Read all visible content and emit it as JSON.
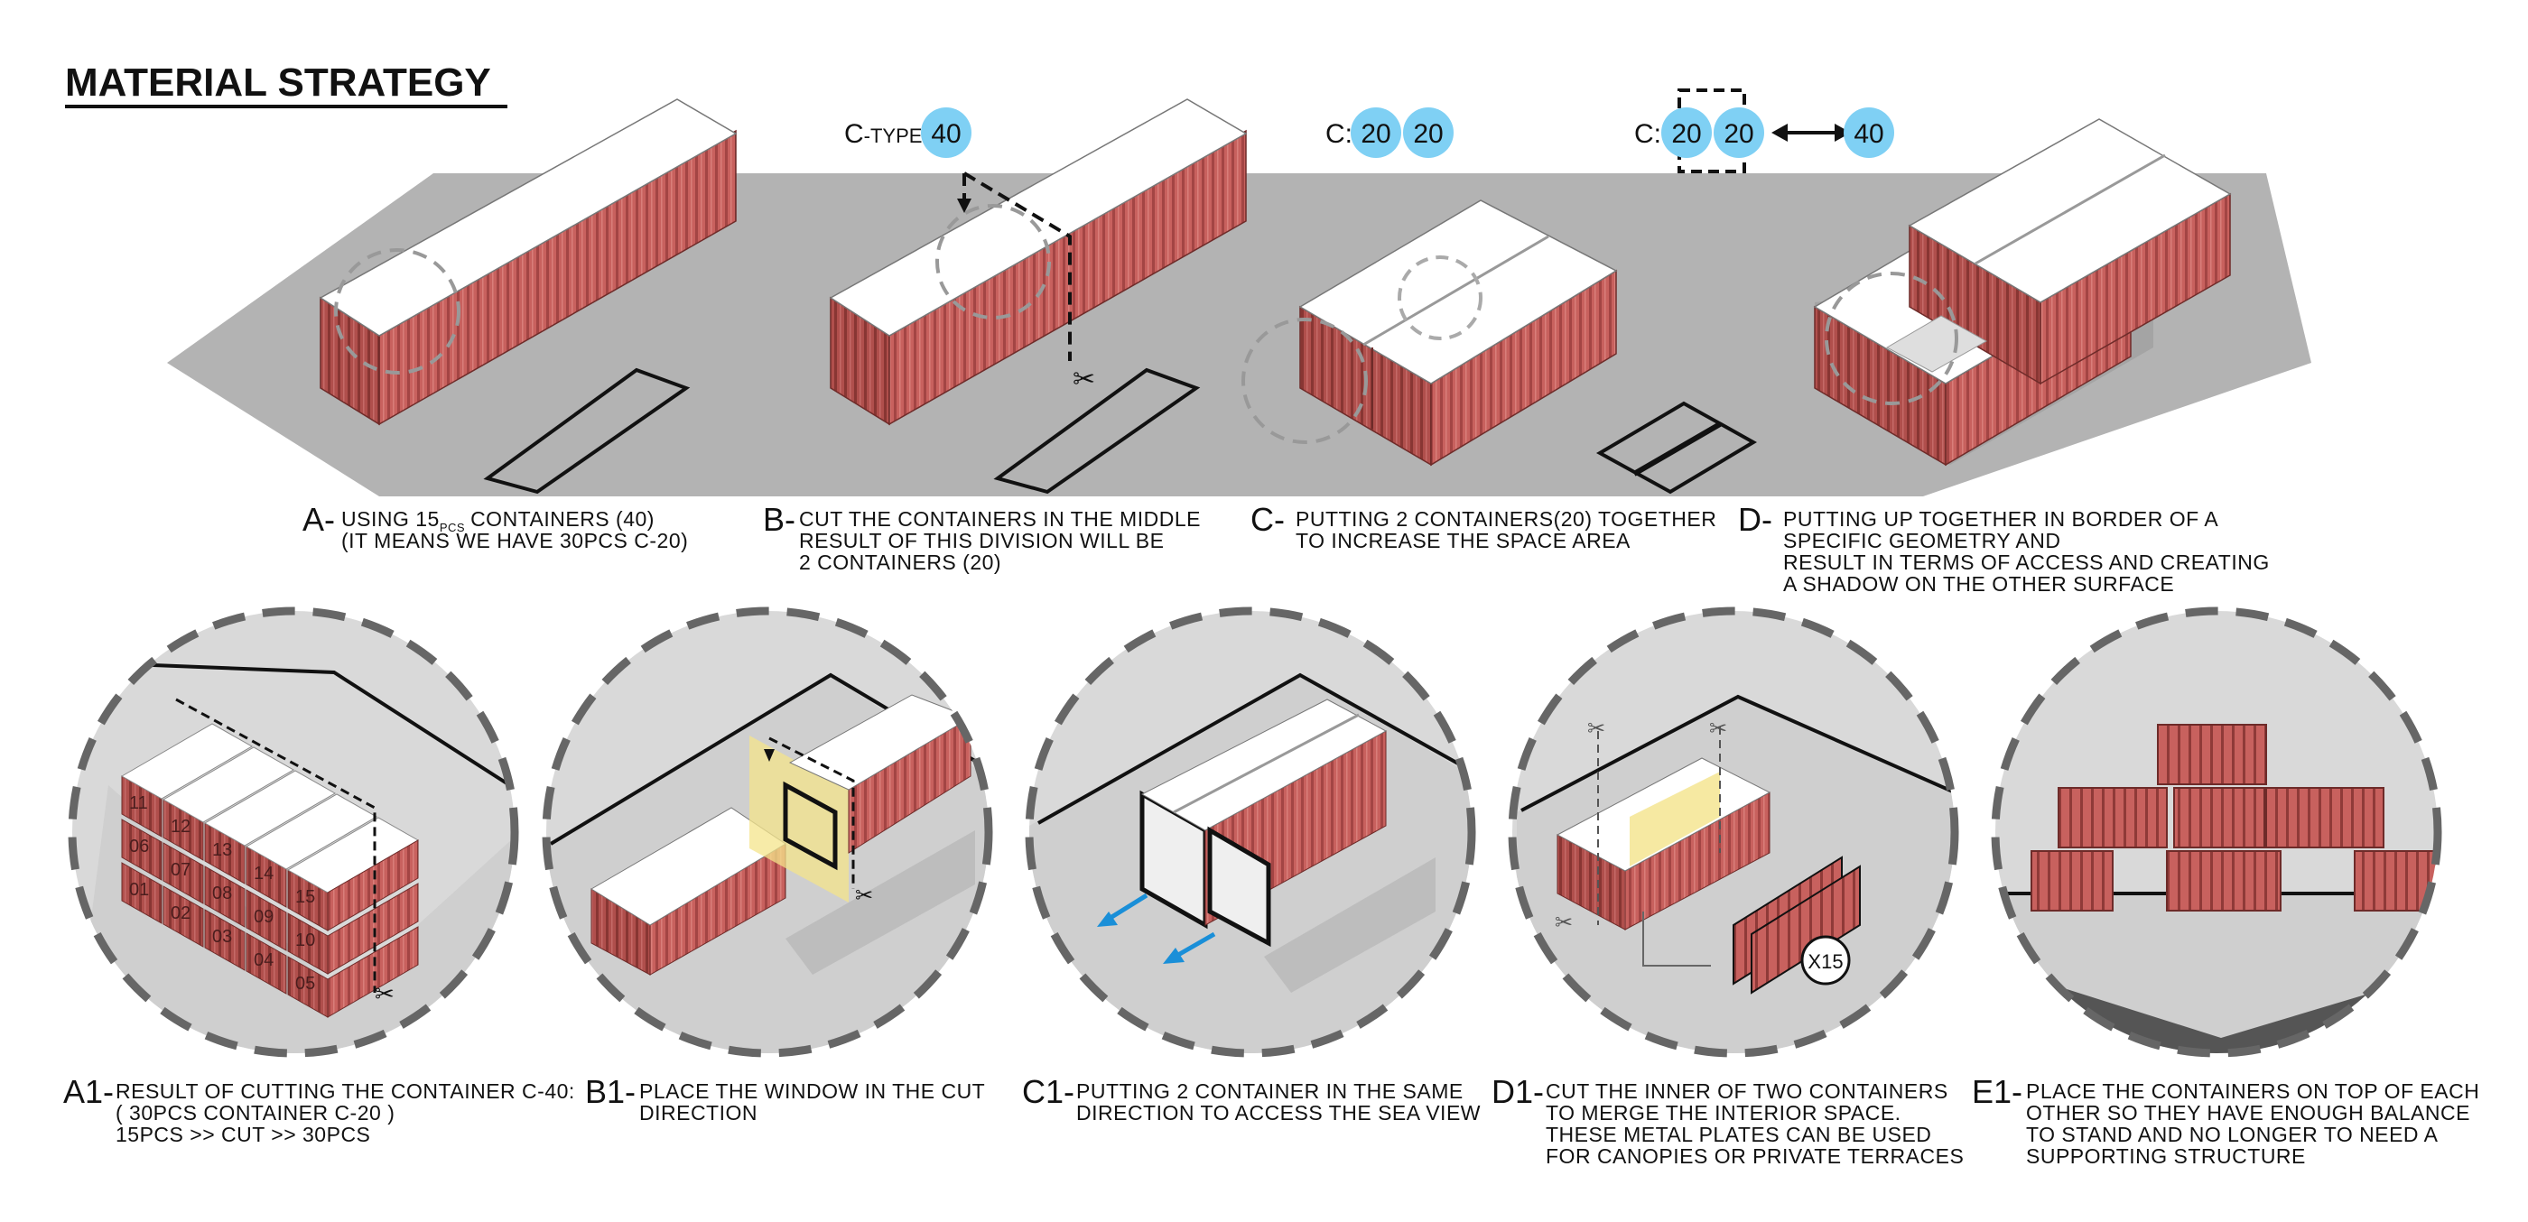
{
  "title": "MATERIAL STRATEGY",
  "badges": {
    "b_type_label": "C",
    "b_type_suffix": "-TYPE:",
    "b_type_value": "40",
    "c_label": "C:",
    "c_value1": "20",
    "c_value2": "20",
    "d_label": "C:",
    "d_value1": "20",
    "d_value2": "20",
    "d_value3": "40"
  },
  "steps_top": [
    {
      "letter": "A-",
      "lines": [
        "USING 15",
        "CONTAINERS  (40)",
        "(IT MEANS WE HAVE 30PCS C-20)"
      ],
      "sub": "PCS"
    },
    {
      "letter": "B-",
      "lines": [
        "CUT THE CONTAINERS IN THE MIDDLE",
        "RESULT OF THIS DIVISION WILL BE",
        "2 CONTAINERS (20)"
      ]
    },
    {
      "letter": "C-",
      "lines": [
        "PUTTING 2 CONTAINERS(20) TOGETHER",
        "TO INCREASE THE SPACE AREA"
      ]
    },
    {
      "letter": "D-",
      "lines": [
        "PUTTING UP TOGETHER IN BORDER OF A",
        "SPECIFIC GEOMETRY AND",
        "RESULT IN TERMS OF ACCESS AND CREATING",
        "A SHADOW ON THE OTHER SURFACE"
      ]
    }
  ],
  "steps_bottom": [
    {
      "letter": "A1-",
      "lines": [
        "RESULT OF CUTTING THE CONTAINER C-40:",
        "( 30PCS CONTAINER C-20 )",
        "15PCS >>  CUT  >> 30PCS"
      ]
    },
    {
      "letter": "B1-",
      "lines": [
        "PLACE THE WINDOW IN THE CUT",
        "DIRECTION"
      ]
    },
    {
      "letter": "C1-",
      "lines": [
        "PUTTING 2 CONTAINER IN THE SAME",
        "DIRECTION TO ACCESS THE SEA VIEW"
      ]
    },
    {
      "letter": "D1-",
      "lines": [
        "CUT THE INNER OF TWO CONTAINERS",
        "TO MERGE THE INTERIOR SPACE.",
        "THESE METAL PLATES CAN BE USED",
        "FOR CANOPIES OR PRIVATE TERRACES"
      ]
    },
    {
      "letter": "E1-",
      "lines": [
        "PLACE THE CONTAINERS ON TOP OF EACH",
        "OTHER SO THEY HAVE ENOUGH BALANCE",
        "TO STAND AND NO LONGER TO NEED A",
        "SUPPORTING STRUCTURE"
      ]
    }
  ],
  "stack_numbers": [
    "11",
    "12",
    "13",
    "14",
    "15",
    "06",
    "07",
    "08",
    "09",
    "10",
    "01",
    "02",
    "03",
    "04",
    "05"
  ],
  "plates_count": "X15",
  "colors": {
    "container_red": "#c8615e",
    "container_dark": "#9a3f3d",
    "roof": "#ffffff",
    "ground": "#b3b3b3",
    "circle_bg": "#d9d9d9",
    "badge": "#7fd0f4",
    "window_yellow": "#f4e48b",
    "arrow_blue": "#1a8fd8"
  }
}
